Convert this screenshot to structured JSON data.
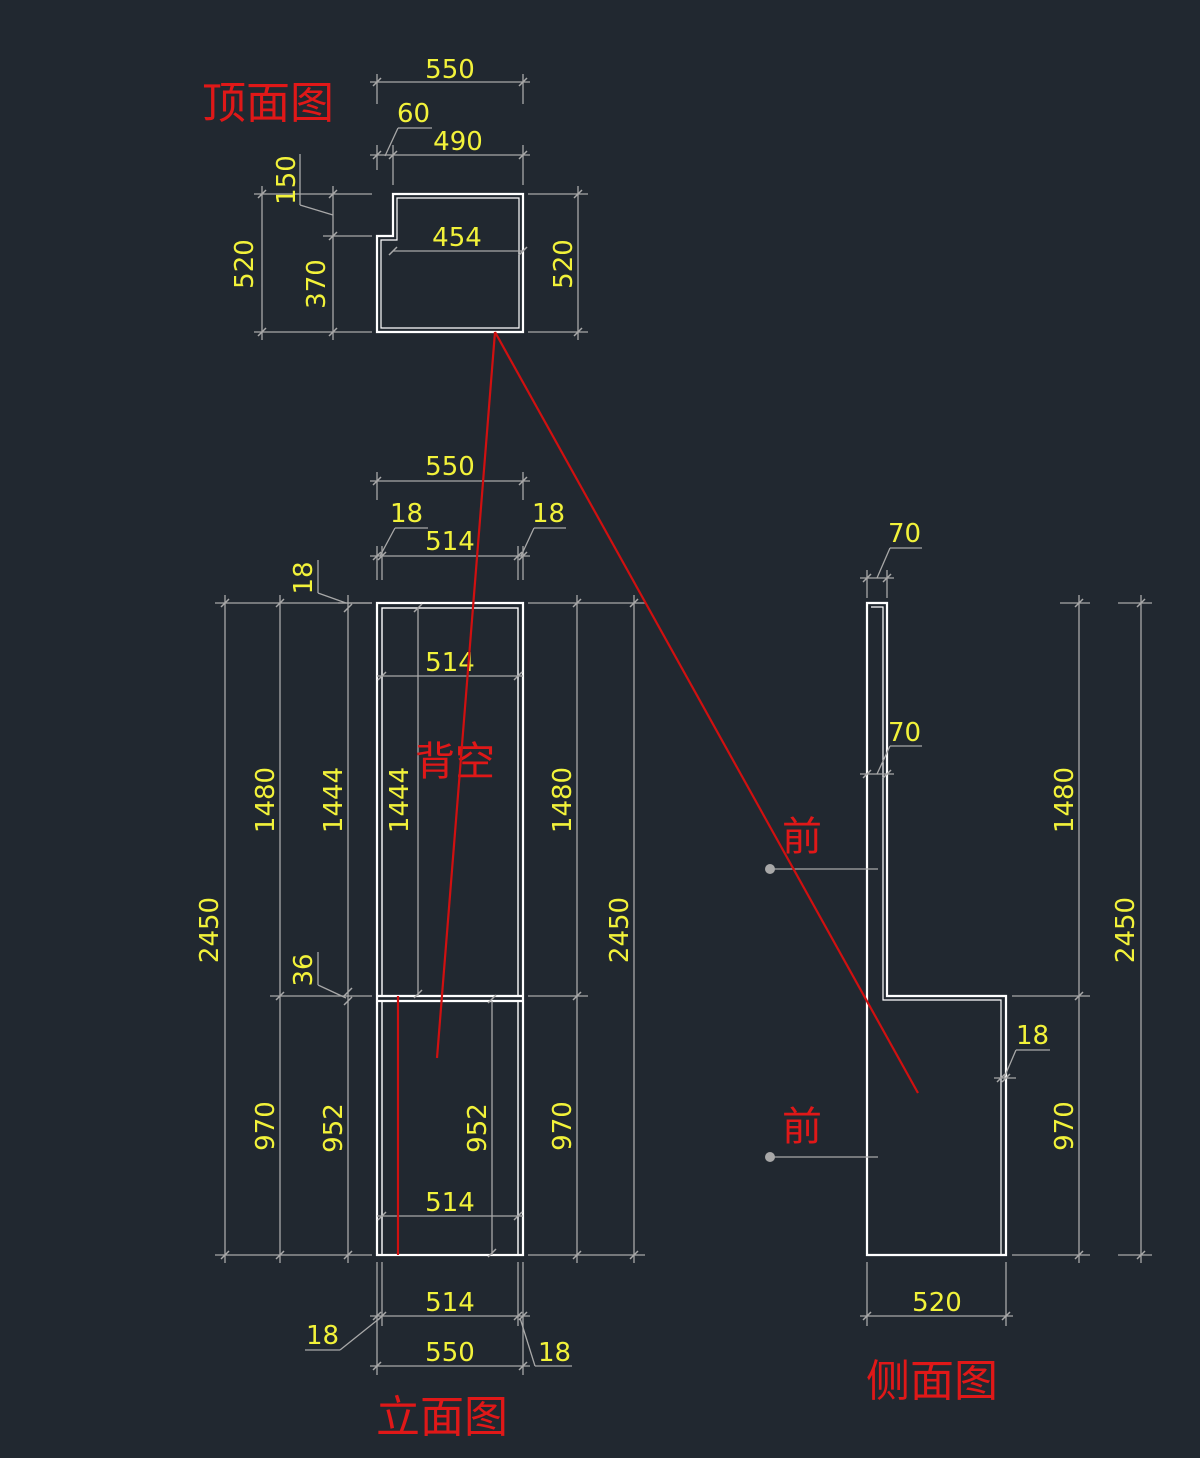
{
  "titles": {
    "top_view": "顶面图",
    "front_view": "立面图",
    "side_view": "侧面图"
  },
  "notes": {
    "back_open": "背空",
    "front_upper": "前",
    "front_lower": "前"
  },
  "top_view_dims": {
    "overall_width": "550",
    "notch_width": "60",
    "body_width": "490",
    "inner_width": "454",
    "overall_depth_left": "520",
    "overall_depth_right": "520",
    "notch_depth": "150",
    "lower_depth": "370"
  },
  "front_view_dims": {
    "overall_width_top": "550",
    "side_panel_left_top": "18",
    "side_panel_right_top": "18",
    "inner_width_top": "514",
    "top_panel": "18",
    "upper_inner_width": "514",
    "upper_height_left": "1480",
    "upper_inner_height_left": "1444",
    "upper_inner_height_center": "1444",
    "upper_height_right": "1480",
    "total_height_left": "2450",
    "total_height_right": "2450",
    "middle_panel": "36",
    "lower_height_left": "970",
    "lower_inner_height_left": "952",
    "lower_inner_height_center": "952",
    "lower_height_right": "970",
    "lower_inner_width": "514",
    "bottom_inner_width": "514",
    "bottom_side_left": "18",
    "bottom_overall_width": "550",
    "bottom_side_right": "18"
  },
  "side_view_dims": {
    "top_thickness": "70",
    "upper_thickness": "70",
    "upper_height": "1480",
    "total_height": "2450",
    "door_thickness": "18",
    "lower_height": "970",
    "depth": "520"
  }
}
